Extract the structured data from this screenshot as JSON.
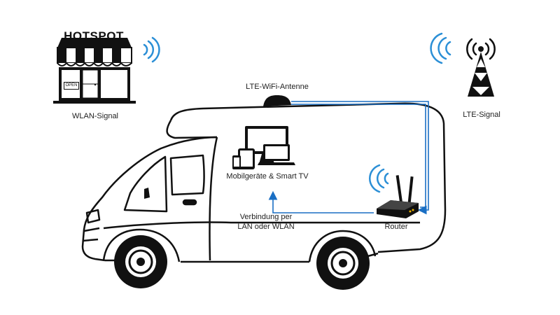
{
  "hotspot": {
    "sign": "HOTSPOT",
    "door_sign": "OPEN",
    "label": "WLAN-Signal"
  },
  "tower": {
    "label": "LTE-Signal"
  },
  "antenna": {
    "label": "LTE-WiFi-Antenne"
  },
  "devices": {
    "label": "Mobilgeräte & Smart TV"
  },
  "router": {
    "label": "Router"
  },
  "connection": {
    "line1": "Verbindung per",
    "line2": "LAN oder WLAN"
  },
  "colors": {
    "signal": "#2b8fd6",
    "cable": "#1a6fc4",
    "outline": "#111111"
  },
  "icons": [
    "wifi-signal-icon",
    "cell-tower-icon",
    "router-icon",
    "devices-icon",
    "shop-icon"
  ]
}
